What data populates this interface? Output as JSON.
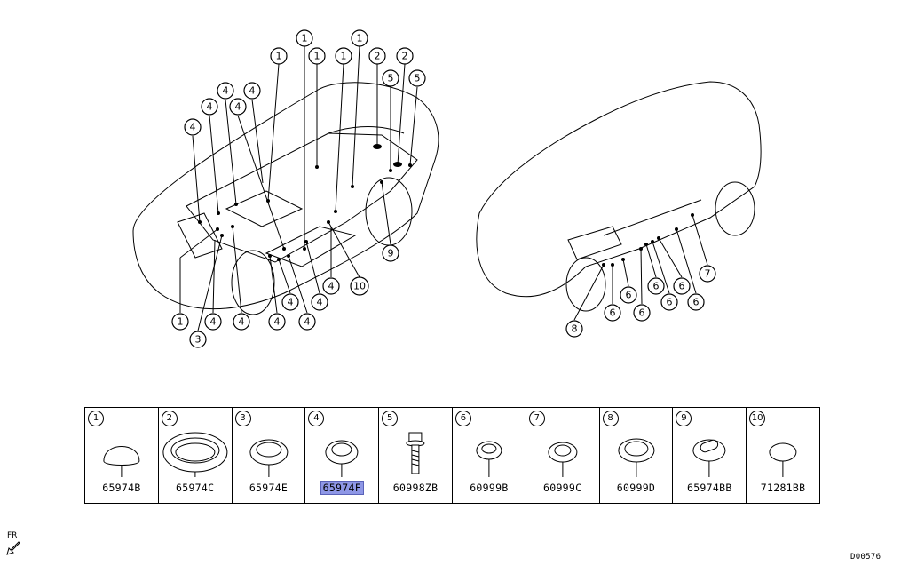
{
  "callouts_left": [
    {
      "n": "1"
    },
    {
      "n": "1"
    },
    {
      "n": "1"
    },
    {
      "n": "1"
    },
    {
      "n": "1"
    },
    {
      "n": "2"
    },
    {
      "n": "2"
    },
    {
      "n": "5"
    },
    {
      "n": "5"
    },
    {
      "n": "4"
    },
    {
      "n": "4"
    },
    {
      "n": "4"
    },
    {
      "n": "4"
    },
    {
      "n": "4"
    },
    {
      "n": "4"
    },
    {
      "n": "9"
    },
    {
      "n": "10"
    },
    {
      "n": "1"
    },
    {
      "n": "3"
    },
    {
      "n": "4"
    },
    {
      "n": "4"
    },
    {
      "n": "4"
    },
    {
      "n": "4"
    },
    {
      "n": "4"
    },
    {
      "n": "4"
    },
    {
      "n": "4"
    }
  ],
  "callouts_right": [
    {
      "n": "7"
    },
    {
      "n": "6"
    },
    {
      "n": "6"
    },
    {
      "n": "6"
    },
    {
      "n": "6"
    },
    {
      "n": "6"
    },
    {
      "n": "6"
    },
    {
      "n": "6"
    },
    {
      "n": "8"
    }
  ],
  "parts": [
    {
      "num": "1",
      "code": "65974B",
      "icon": "round-cap-plug-icon",
      "highlight": false
    },
    {
      "num": "2",
      "code": "65974C",
      "icon": "large-oval-plug-icon",
      "highlight": false
    },
    {
      "num": "3",
      "code": "65974E",
      "icon": "oval-grommet-icon",
      "highlight": false
    },
    {
      "num": "4",
      "code": "65974F",
      "icon": "oval-grommet-icon",
      "highlight": true
    },
    {
      "num": "5",
      "code": "60998ZB",
      "icon": "bolt-icon",
      "highlight": false
    },
    {
      "num": "6",
      "code": "60999B",
      "icon": "small-grommet-icon",
      "highlight": false
    },
    {
      "num": "7",
      "code": "60999C",
      "icon": "small-grommet-icon",
      "highlight": false
    },
    {
      "num": "8",
      "code": "60999D",
      "icon": "oval-grommet-icon",
      "highlight": false
    },
    {
      "num": "9",
      "code": "65974BB",
      "icon": "slotted-plug-icon",
      "highlight": false
    },
    {
      "num": "10",
      "code": "71281BB",
      "icon": "flat-oval-seal-icon",
      "highlight": false
    }
  ],
  "direction_label": "FR",
  "diagram_code": "D00576"
}
